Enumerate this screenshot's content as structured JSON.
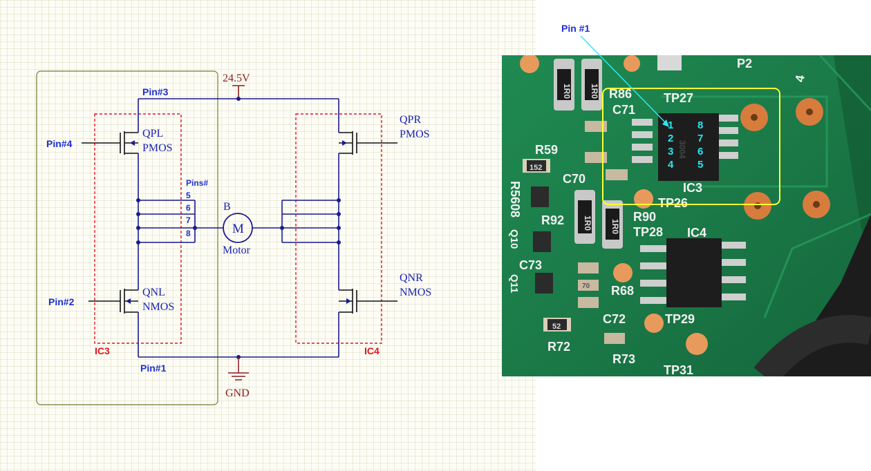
{
  "schematic": {
    "supply_label": "24.5V",
    "ground_label": "GND",
    "pin3_label": "Pin#3",
    "pin1_label": "Pin#1",
    "pin4_label": "Pin#4",
    "pin2_label": "Pin#2",
    "pins_header": "Pins#",
    "pin_numbers": [
      "5",
      "6",
      "7",
      "8"
    ],
    "motor_top_label": "B",
    "motor_symbol": "M",
    "motor_label": "Motor",
    "transistors": {
      "qpl": {
        "name": "QPL",
        "type": "PMOS"
      },
      "qnl": {
        "name": "QNL",
        "type": "NMOS"
      },
      "qpr": {
        "name": "QPR",
        "type": "PMOS"
      },
      "qnr": {
        "name": "QNR",
        "type": "NMOS"
      }
    },
    "ic3_label": "IC3",
    "ic4_label": "IC4"
  },
  "photo": {
    "callout_label": "Pin #1",
    "chip_pins_left": [
      "1",
      "2",
      "3",
      "4"
    ],
    "chip_pins_right": [
      "8",
      "7",
      "6",
      "5"
    ],
    "silkscreen": {
      "p2": "P2",
      "four": "4",
      "r86": "R86",
      "tp27": "TP27",
      "c71": "C71",
      "r59": "R59",
      "r5608": "R5608",
      "c70": "C70",
      "ic3": "IC3",
      "tp26": "TP26",
      "r92": "R92",
      "r90": "R90",
      "tp28": "TP28",
      "ic4": "IC4",
      "c73": "C73",
      "r68": "R68",
      "c72": "C72",
      "tp29": "TP29",
      "r72": "R72",
      "r73": "R73",
      "tp31": "TP31",
      "q10": "Q10",
      "q11": "Q11"
    },
    "component_marks": {
      "r1": "1R0",
      "r2": "1R0",
      "r3": "1R0",
      "r4": "1R0",
      "c152": "152",
      "c52": "52",
      "c70v": "70",
      "chip_code": "3004"
    }
  }
}
